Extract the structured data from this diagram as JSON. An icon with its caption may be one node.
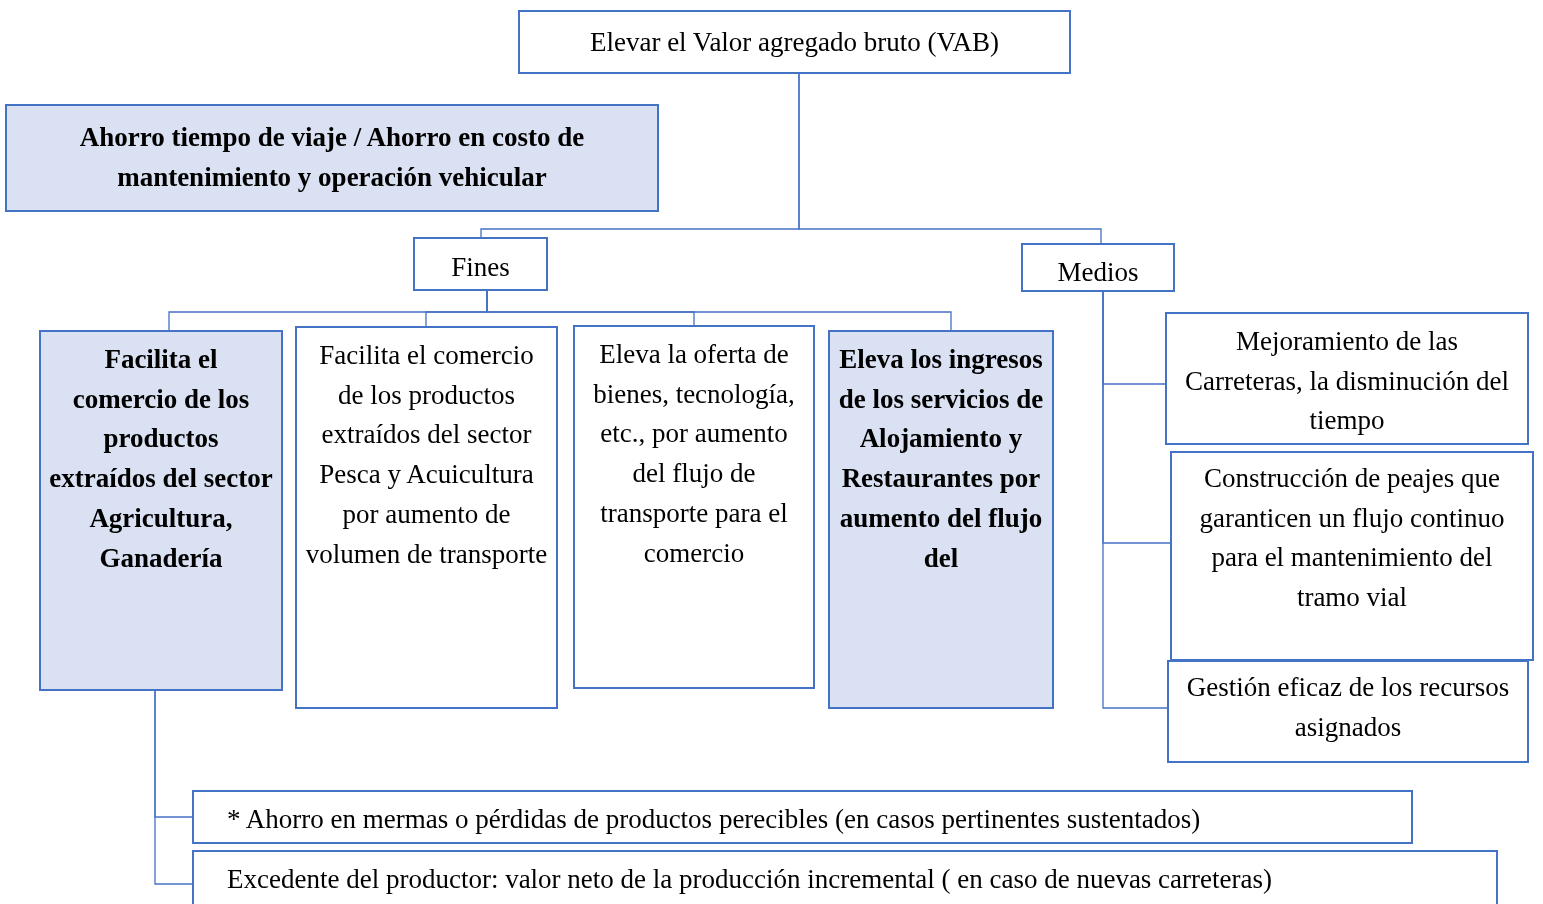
{
  "diagram": {
    "nodes": [
      {
        "text": [
          "Elevar  el Valor agregado bruto (VAB)"
        ]
      },
      {
        "text": [
          "Ahorro tiempo de viaje / Ahorro en costo de mantenimiento y operación vehicular"
        ]
      },
      {
        "text": [
          "Fines"
        ]
      },
      {
        "text": [
          "Medios"
        ]
      },
      {
        "text": [
          "Facilita el comercio de los productos extraídos del sector Agricultura, Ganadería"
        ]
      },
      {
        "text": [
          "Facilita el comercio de los productos extraídos del sector Pesca y Acuicultura por aumento de volumen de transporte"
        ]
      },
      {
        "text": [
          "Eleva la oferta de bienes, tecnología, etc., por  aumento del flujo de transporte para el comercio"
        ]
      },
      {
        "text": [
          "Eleva los ingresos de los servicios de Alojamiento y Restaurantes por aumento del flujo del"
        ]
      },
      {
        "text": [
          "Mejoramiento de las Carreteras, la disminución del tiempo"
        ]
      },
      {
        "text": [
          "Construcción de peajes que garanticen un flujo continuo para el mantenimiento del tramo vial"
        ]
      },
      {
        "text": [
          "Gestión eficaz de los recursos asignados"
        ]
      },
      {
        "text": [
          "* Ahorro en mermas o pérdidas de productos perecibles (en casos pertinentes sustentados)"
        ]
      },
      {
        "text": [
          "Excedente del productor: valor neto de la producción incremental ( en caso de nuevas carreteras)"
        ]
      }
    ],
    "edges": [
      {
        "from": 0,
        "to": 2,
        "arrow": "none"
      },
      {
        "from": 0,
        "to": 3,
        "arrow": "none"
      },
      {
        "from": 2,
        "to": 4,
        "arrow": "none"
      },
      {
        "from": 2,
        "to": 5,
        "arrow": "none"
      },
      {
        "from": 2,
        "to": 6,
        "arrow": "none"
      },
      {
        "from": 2,
        "to": 7,
        "arrow": "none"
      },
      {
        "from": 3,
        "to": 8,
        "arrow": "none"
      },
      {
        "from": 3,
        "to": 9,
        "arrow": "none"
      },
      {
        "from": 3,
        "to": 10,
        "arrow": "none"
      },
      {
        "from": 4,
        "to": 11,
        "arrow": "none"
      },
      {
        "from": 4,
        "to": 12,
        "arrow": "none"
      }
    ]
  }
}
